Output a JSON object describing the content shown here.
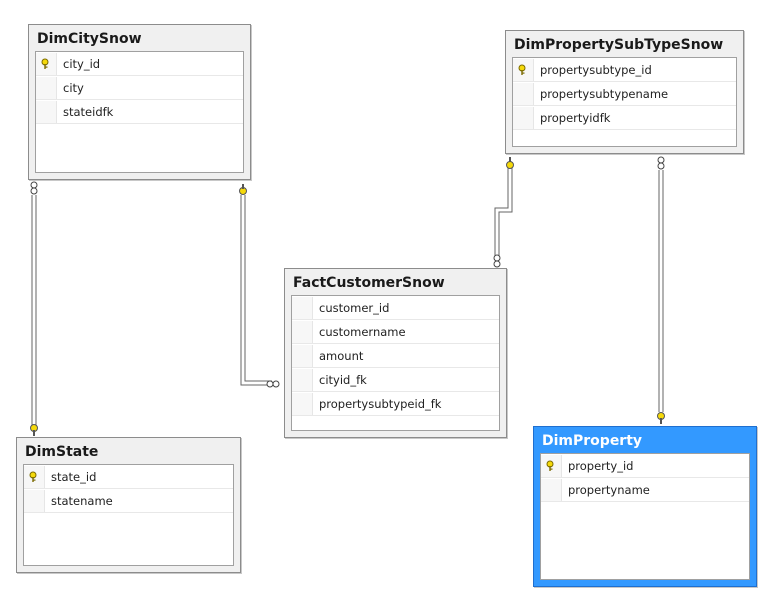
{
  "tables": {
    "dimcitysnow": {
      "title": "DimCitySnow",
      "columns": [
        "city_id",
        "city",
        "stateidfk"
      ],
      "key_column": "city_id"
    },
    "dimpropertysubtypesnow": {
      "title": "DimPropertySubTypeSnow",
      "columns": [
        "propertysubtype_id",
        "propertysubtypename",
        "propertyidfk"
      ],
      "key_column": "propertysubtype_id"
    },
    "factcustomersnow": {
      "title": "FactCustomerSnow",
      "columns": [
        "customer_id",
        "customername",
        "amount",
        "cityid_fk",
        "propertysubtypeid_fk"
      ]
    },
    "dimstate": {
      "title": "DimState",
      "columns": [
        "state_id",
        "statename"
      ],
      "key_column": "state_id"
    },
    "dimproperty": {
      "title": "DimProperty",
      "columns": [
        "property_id",
        "propertyname"
      ],
      "key_column": "property_id",
      "selected": true
    }
  },
  "colors": {
    "selected_header": "#3399ff",
    "key_icon": "#f5d90a",
    "relationship_line": "#555555"
  }
}
